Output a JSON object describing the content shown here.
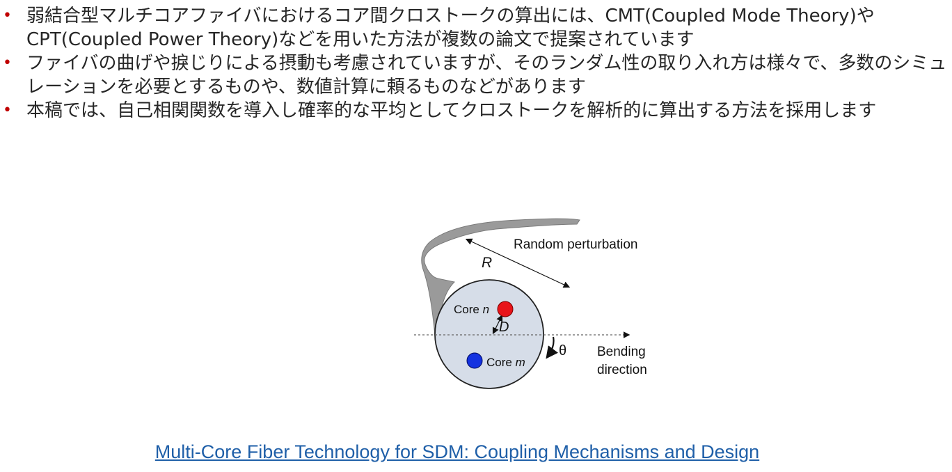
{
  "slide": {
    "bullets": [
      "弱結合型マルチコアファイバにおけるコア間クロストークの算出には、CMT(Coupled Mode Theory)やCPT(Coupled Power Theory)などを用いた方法が複数の論文で提案されています",
      "ファイバの曲げや捩じりによる摂動も考慮されていますが、そのランダム性の取り入れ方は様々で、多数のシミュレーションを必要とするものや、数値計算に頼るものなどがあります",
      "本稿では、自己相関関数を導入し確率的な平均としてクロストークを解析的に算出する方法を採用します"
    ],
    "bullet_color": "#c00000"
  },
  "figure": {
    "labels": {
      "random_perturbation": "Random perturbation",
      "R": "R",
      "core_n_prefix": "Core ",
      "core_n_var": "n",
      "D": "D",
      "core_m_prefix": "Core ",
      "core_m_var": "m",
      "theta": "θ",
      "bending_line1": "Bending",
      "bending_line2": "direction"
    },
    "colors": {
      "core_n": "#e8141a",
      "core_m": "#1432e0",
      "fiber_fill": "#d6dde8",
      "perturbation": "#9a9a9a"
    }
  },
  "reference": {
    "link_text": "Multi-Core Fiber Technology for SDM: Coupling Mechanisms and Design",
    "color": "#1f5fa8"
  }
}
